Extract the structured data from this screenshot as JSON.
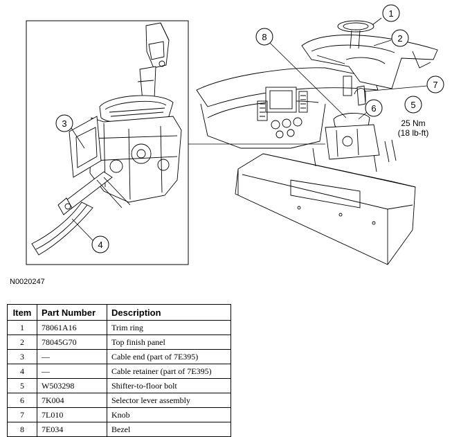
{
  "figure_id": "N0020247",
  "callouts": {
    "c1": "1",
    "c2": "2",
    "c3": "3",
    "c4": "4",
    "c5": "5",
    "c6": "6",
    "c7": "7",
    "c8": "8"
  },
  "torque_spec": {
    "metric": "25 Nm",
    "imperial": "(18 lb-ft)"
  },
  "table": {
    "headers": {
      "item": "Item",
      "part_number": "Part Number",
      "description": "Description"
    },
    "rows": [
      {
        "item": "1",
        "part_number": "78061A16",
        "description": "Trim ring"
      },
      {
        "item": "2",
        "part_number": "78045G70",
        "description": "Top finish panel"
      },
      {
        "item": "3",
        "part_number": "—",
        "description": "Cable end (part of 7E395)"
      },
      {
        "item": "4",
        "part_number": "—",
        "description": "Cable retainer (part of 7E395)"
      },
      {
        "item": "5",
        "part_number": "W503298",
        "description": "Shifter-to-floor bolt"
      },
      {
        "item": "6",
        "part_number": "7K004",
        "description": "Selector lever assembly"
      },
      {
        "item": "7",
        "part_number": "7L010",
        "description": "Knob"
      },
      {
        "item": "8",
        "part_number": "7E034",
        "description": "Bezel"
      }
    ]
  }
}
